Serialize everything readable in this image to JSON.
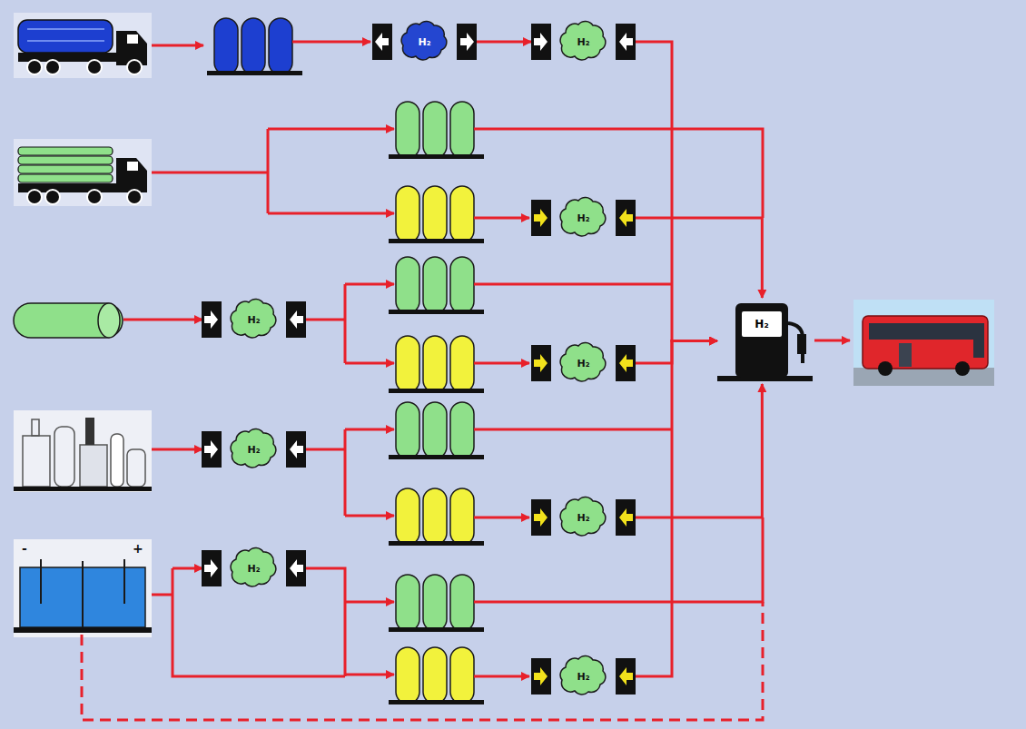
{
  "diagram": {
    "nodes": [
      {
        "text": [
          "H₂"
        ]
      },
      {
        "text": [
          "H₂"
        ]
      },
      {
        "text": [
          "H₂"
        ]
      },
      {
        "text": [
          "H₂"
        ]
      },
      {
        "text": [
          "H₂"
        ]
      },
      {
        "text": [
          "H₂"
        ]
      },
      {
        "text": [
          "H₂"
        ]
      },
      {
        "text": [
          "H₂"
        ]
      },
      {
        "text": [
          "H₂"
        ]
      },
      {
        "text": [
          "H₂"
        ]
      }
    ],
    "edges": [
      {
        "from": 0,
        "to": 1,
        "arrow": "to"
      },
      {
        "from": 1,
        "to": 9,
        "arrow": "to"
      },
      {
        "from": 2,
        "to": 9,
        "arrow": "to"
      },
      {
        "from": 4,
        "to": 9,
        "arrow": "to"
      },
      {
        "from": 6,
        "to": 9,
        "arrow": "to"
      },
      {
        "from": 8,
        "to": 9,
        "arrow": "to"
      }
    ],
    "labels": [
      "-",
      "+"
    ]
  }
}
